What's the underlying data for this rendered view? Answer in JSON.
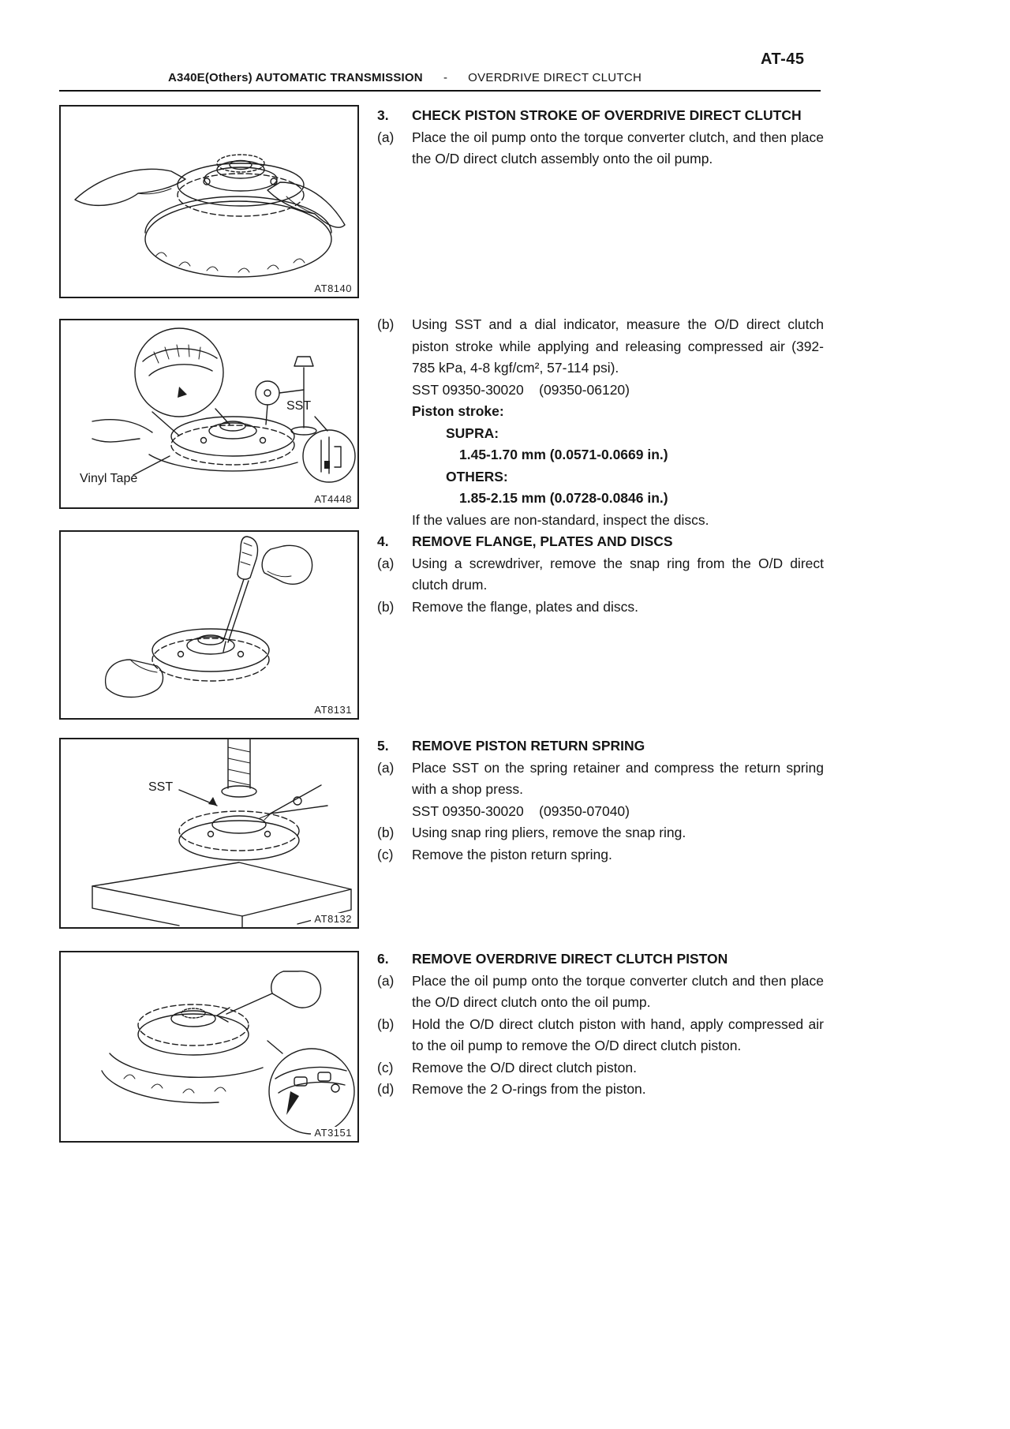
{
  "page": {
    "number": "AT-45",
    "header": {
      "left": "A340E(Others)  AUTOMATIC TRANSMISSION",
      "sep": "-",
      "right": "OVERDRIVE DIRECT CLUTCH"
    }
  },
  "figures": [
    {
      "code": "AT8140",
      "labels": []
    },
    {
      "code": "AT4448",
      "labels": [
        {
          "text": "SST"
        },
        {
          "text": "Vinyl Tape"
        }
      ]
    },
    {
      "code": "AT8131",
      "labels": []
    },
    {
      "code": "AT8132",
      "labels": [
        {
          "text": "SST"
        }
      ]
    },
    {
      "code": "AT3151",
      "labels": []
    }
  ],
  "sections": [
    {
      "number": "3.",
      "title": "CHECK PISTON STROKE OF OVERDRIVE DIRECT CLUTCH",
      "steps": [
        {
          "label": "(a)",
          "text": "Place the oil pump onto the torque converter clutch, and then place the O/D direct clutch assembly onto the oil pump."
        },
        {
          "label": "(b)",
          "text": "Using SST and a dial indicator, measure the O/D direct clutch piston stroke while applying and releasing compressed air (392-785 kPa, 4-8 kgf/cm², 57-114 psi)."
        }
      ],
      "sst": "SST 09350-30020    (09350-06120)",
      "spec_heading": "Piston stroke:",
      "specs": [
        {
          "name": "SUPRA:",
          "value": "1.45-1.70 mm (0.0571-0.0669 in.)"
        },
        {
          "name": "OTHERS:",
          "value": "1.85-2.15 mm (0.0728-0.0846 in.)"
        }
      ],
      "note": "If the values are non-standard, inspect the discs."
    },
    {
      "number": "4.",
      "title": "REMOVE FLANGE, PLATES AND DISCS",
      "steps": [
        {
          "label": "(a)",
          "text": "Using a screwdriver, remove the snap ring from the O/D direct clutch drum."
        },
        {
          "label": "(b)",
          "text": "Remove the flange, plates and discs."
        }
      ]
    },
    {
      "number": "5.",
      "title": "REMOVE PISTON RETURN SPRING",
      "steps": [
        {
          "label": "(a)",
          "text": "Place SST on the spring retainer and compress the return spring with a shop press."
        },
        {
          "label": "",
          "text": "SST 09350-30020    (09350-07040)"
        },
        {
          "label": "(b)",
          "text": "Using snap ring pliers, remove the snap ring."
        },
        {
          "label": "(c)",
          "text": "Remove the piston return spring."
        }
      ]
    },
    {
      "number": "6.",
      "title": "REMOVE OVERDRIVE DIRECT CLUTCH PISTON",
      "steps": [
        {
          "label": "(a)",
          "text": "Place the oil pump onto the torque converter clutch and then place the O/D direct clutch onto the oil pump."
        },
        {
          "label": "(b)",
          "text": "Hold the O/D direct clutch piston with hand, apply compressed air to the oil pump to remove the O/D direct clutch piston."
        },
        {
          "label": "(c)",
          "text": "Remove the O/D direct clutch piston."
        },
        {
          "label": "(d)",
          "text": "Remove the 2 O-rings from the piston."
        }
      ]
    }
  ]
}
